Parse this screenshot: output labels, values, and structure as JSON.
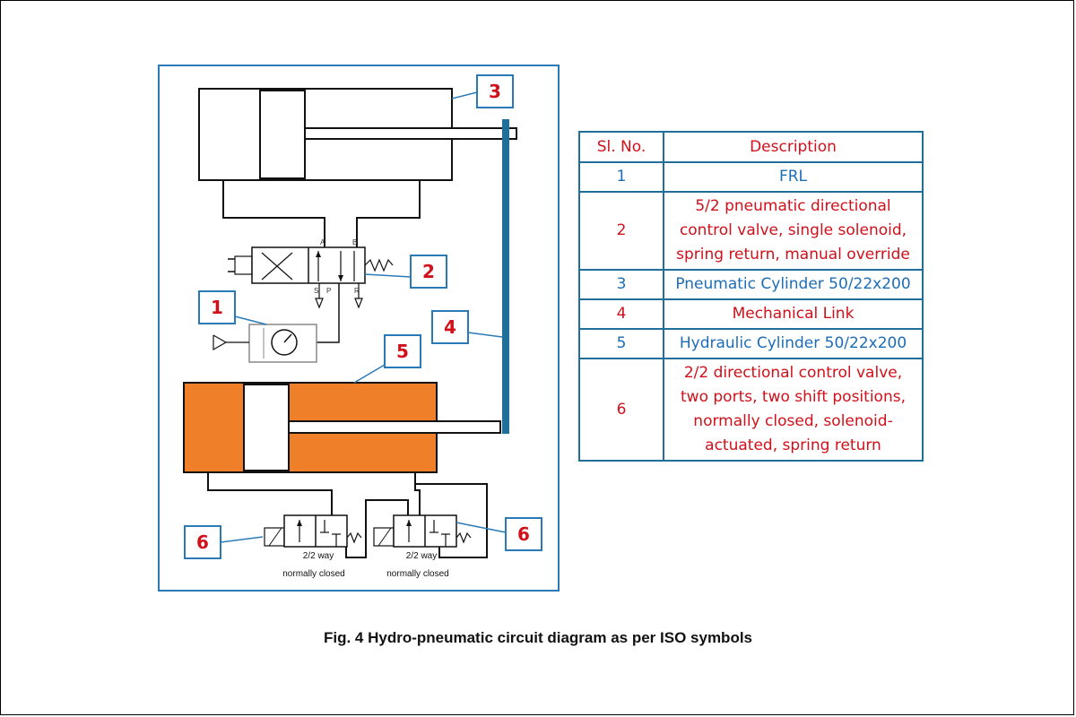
{
  "diagram": {
    "callouts": [
      "3",
      "2",
      "1",
      "4",
      "5",
      "6",
      "6"
    ],
    "valves": {
      "label_line1": "2/2 way",
      "label_line2": "normally closed"
    },
    "ports": [
      "A",
      "B",
      "P",
      "R",
      "S"
    ],
    "colors": {
      "frame": "#2a7ab8",
      "callout": "#d0101a",
      "hydraulic_fill": "#f07f2a",
      "mechanical_link": "#1f6f9a"
    }
  },
  "table": {
    "header": {
      "no": "Sl. No.",
      "desc": "Description"
    },
    "rows": [
      {
        "no": "1",
        "desc": "FRL",
        "color": "blue"
      },
      {
        "no": "2",
        "desc": "5/2 pneumatic directional control valve, single solenoid, spring return, manual override",
        "color": "red"
      },
      {
        "no": "3",
        "desc": "Pneumatic Cylinder 50/22x200",
        "color": "blue"
      },
      {
        "no": "4",
        "desc": "Mechanical Link",
        "color": "red"
      },
      {
        "no": "5",
        "desc": "Hydraulic Cylinder 50/22x200",
        "color": "blue"
      },
      {
        "no": "6",
        "desc": "2/2 directional control valve, two ports, two shift positions, normally closed, solenoid-actuated, spring return",
        "color": "red"
      }
    ]
  },
  "caption": "Fig. 4 Hydro-pneumatic circuit diagram as per ISO symbols"
}
